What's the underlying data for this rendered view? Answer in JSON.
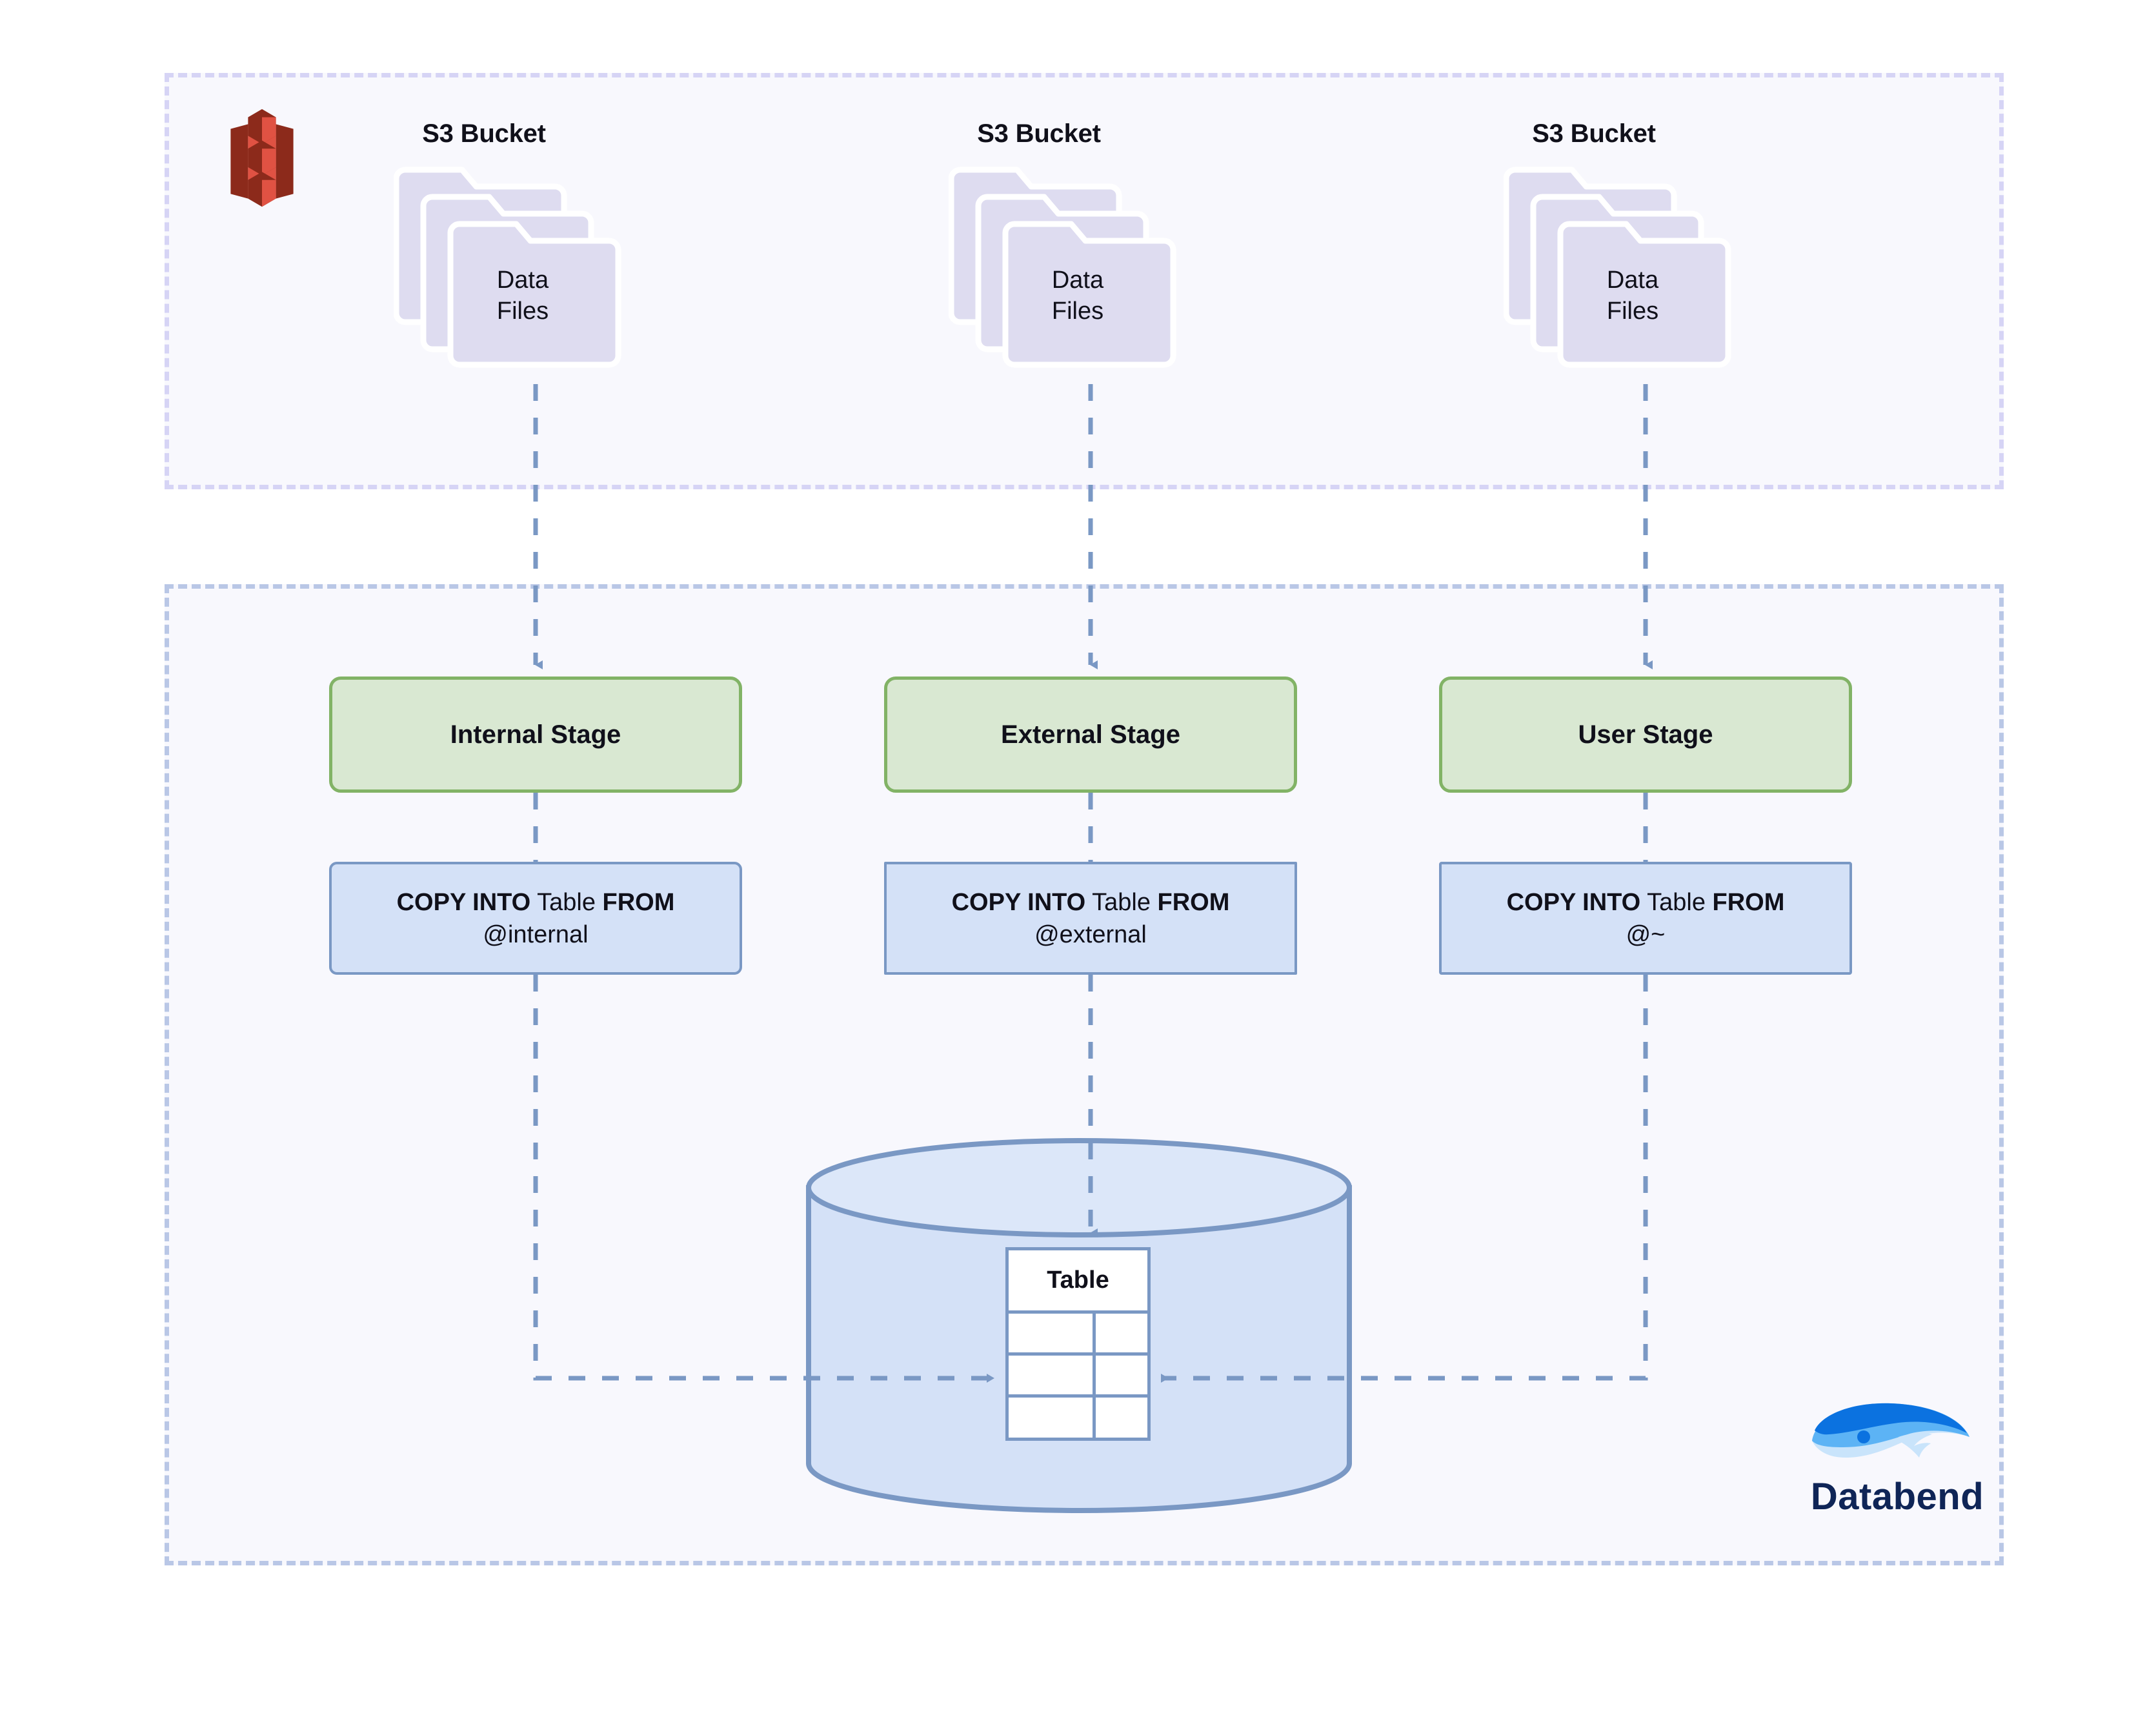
{
  "diagram": {
    "title": "Databend stage to table loading flow",
    "colors": {
      "source_group_border": "#d6d4f5",
      "databend_group_border": "#b9c7e6",
      "group_fill": "#f8f8fd",
      "stage_fill": "#d9e8d2",
      "stage_border": "#82b366",
      "copy_fill": "#d4e1f7",
      "copy_border": "#7a98c4",
      "folder_fill": "#dedcf0",
      "connector": "#7a98c4",
      "s3_red": "#e05243",
      "s3_dark": "#8c2a1b",
      "databend_navy": "#0f2557"
    }
  },
  "source_zone": {
    "s3_logo_name": "aws-s3-logo",
    "buckets": [
      {
        "label": "S3 Bucket",
        "files_line1": "Data",
        "files_line2": "Files"
      },
      {
        "label": "S3 Bucket",
        "files_line1": "Data",
        "files_line2": "Files"
      },
      {
        "label": "S3 Bucket",
        "files_line1": "Data",
        "files_line2": "Files"
      }
    ]
  },
  "databend_zone": {
    "stages": [
      {
        "label": "Internal Stage"
      },
      {
        "label": "External Stage"
      },
      {
        "label": "User Stage"
      }
    ],
    "copy_statements": [
      {
        "kw1": "COPY INTO",
        "obj": " Table ",
        "kw2": "FROM",
        "target": "@internal"
      },
      {
        "kw1": "COPY INTO",
        "obj": " Table ",
        "kw2": "FROM",
        "target": "@external"
      },
      {
        "kw1": "COPY INTO",
        "obj": " Table ",
        "kw2": "FROM",
        "target": "@~"
      }
    ],
    "database": {
      "shape": "cylinder",
      "table": {
        "header": "Table",
        "rows": 3,
        "columns": 2
      }
    },
    "brand": {
      "name": "Databend",
      "logo_name": "databend-whale-logo"
    }
  }
}
